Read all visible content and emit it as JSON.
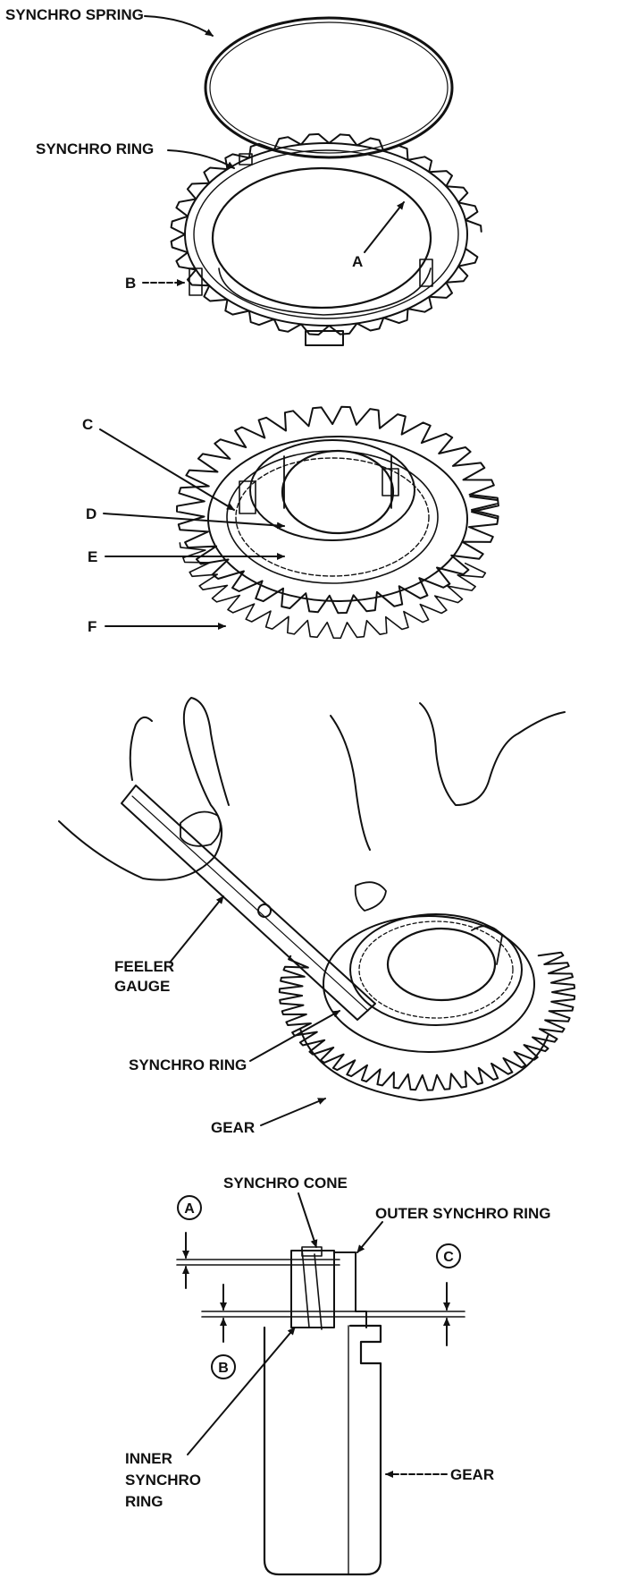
{
  "figure1": {
    "labels": {
      "synchro_spring": "SYNCHRO SPRING",
      "synchro_ring": "SYNCHRO RING",
      "a": "A",
      "b": "B"
    }
  },
  "figure2": {
    "labels": {
      "c": "C",
      "d": "D",
      "e": "E",
      "f": "F"
    }
  },
  "figure3": {
    "labels": {
      "feeler_line1": "FEELER",
      "feeler_line2": "GAUGE",
      "synchro_ring": "SYNCHRO RING",
      "gear": "GEAR"
    }
  },
  "figure4": {
    "labels": {
      "synchro_cone": "SYNCHRO CONE",
      "outer_synchro_ring": "OUTER SYNCHRO RING",
      "a": "A",
      "b": "B",
      "c": "C",
      "inner_line1": "INNER",
      "inner_line2": "SYNCHRO",
      "inner_line3": "RING",
      "gear": "GEAR"
    }
  }
}
